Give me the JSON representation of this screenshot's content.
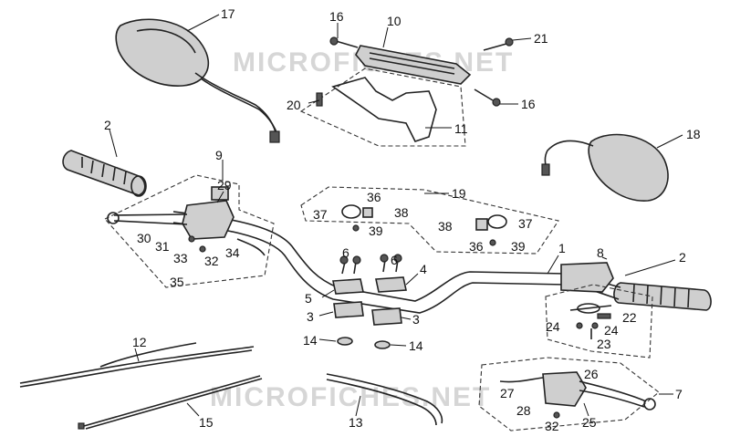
{
  "watermarks": [
    "MICROFICHES.NET",
    "MICROFICHES.NET"
  ],
  "callouts": [
    "17",
    "16",
    "10",
    "21",
    "20",
    "16",
    "11",
    "2",
    "18",
    "9",
    "29",
    "19",
    "36",
    "37",
    "38",
    "39",
    "38",
    "37",
    "36",
    "39",
    "30",
    "31",
    "33",
    "32",
    "34",
    "35",
    "1",
    "8",
    "2",
    "6",
    "6",
    "4",
    "5",
    "3",
    "3",
    "14",
    "14",
    "24",
    "22",
    "24",
    "23",
    "12",
    "15",
    "13",
    "27",
    "26",
    "7",
    "28",
    "25",
    "32"
  ]
}
